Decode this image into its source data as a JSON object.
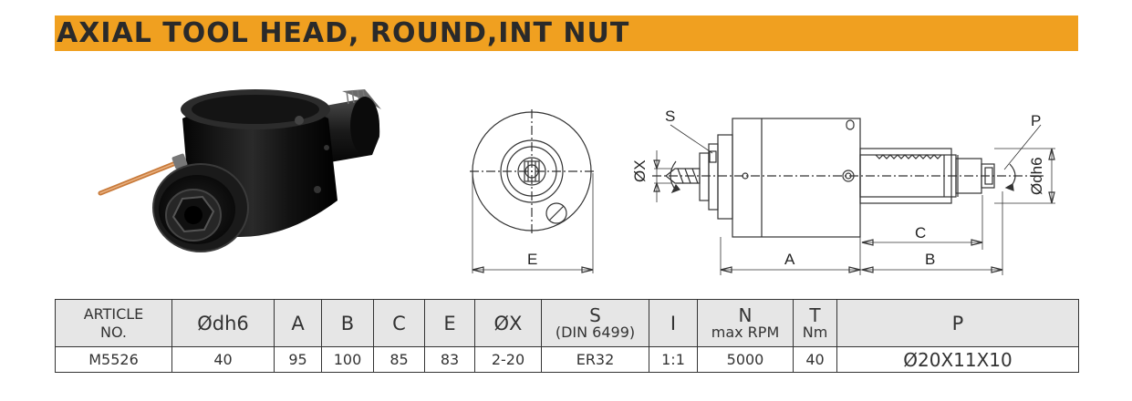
{
  "title": "AXIAL TOOL HEAD, ROUND,INT NUT",
  "drawing_labels": {
    "s": "S",
    "p": "P",
    "ox": "ØX",
    "odh6": "Ødh6",
    "e": "E",
    "a": "A",
    "b": "B",
    "c": "C"
  },
  "table": {
    "headers": {
      "article_line1": "ARTICLE",
      "article_line2": "NO.",
      "odh6": "Ødh6",
      "a": "A",
      "b": "B",
      "c": "C",
      "e": "E",
      "ox": "ØX",
      "s_main": "S",
      "s_sub": "(DIN 6499)",
      "i": "I",
      "n_main": "N",
      "n_sub": "max RPM",
      "t_main": "T",
      "t_sub": "Nm",
      "p": "P"
    },
    "row": {
      "article": "M5526",
      "odh6": "40",
      "a": "95",
      "b": "100",
      "c": "85",
      "e": "83",
      "ox": "2-20",
      "s": "ER32",
      "i": "1:1",
      "n": "5000",
      "t": "40",
      "p": "Ø20X11X10"
    }
  },
  "colors": {
    "title_bar": "#f0a020",
    "header_bg": "#e6e6e6",
    "body_black": "#111111",
    "coolant_pipe": "#c87a3a"
  }
}
